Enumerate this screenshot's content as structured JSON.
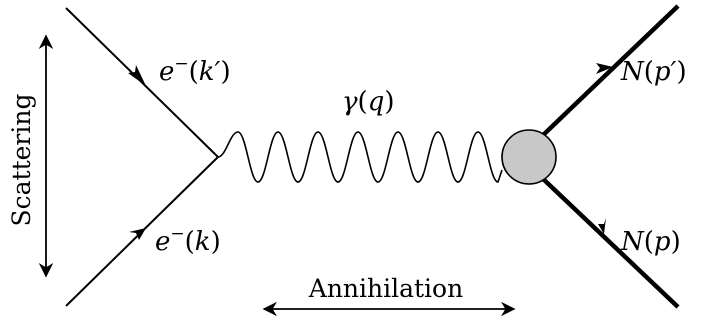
{
  "diagram": {
    "labels": {
      "e_out": {
        "symbol": "e",
        "sup": "−",
        "arg": "k′"
      },
      "e_in": {
        "symbol": "e",
        "sup": "−",
        "arg": "k"
      },
      "photon": {
        "symbol": "γ",
        "arg": "q"
      },
      "n_out": {
        "symbol": "N",
        "arg": "p′"
      },
      "n_in": {
        "symbol": "N",
        "arg": "p"
      }
    },
    "vertical_arrow_label": "Scattering",
    "horizontal_arrow_label": "Annihilation",
    "blob_color": "#c8c8c8"
  }
}
